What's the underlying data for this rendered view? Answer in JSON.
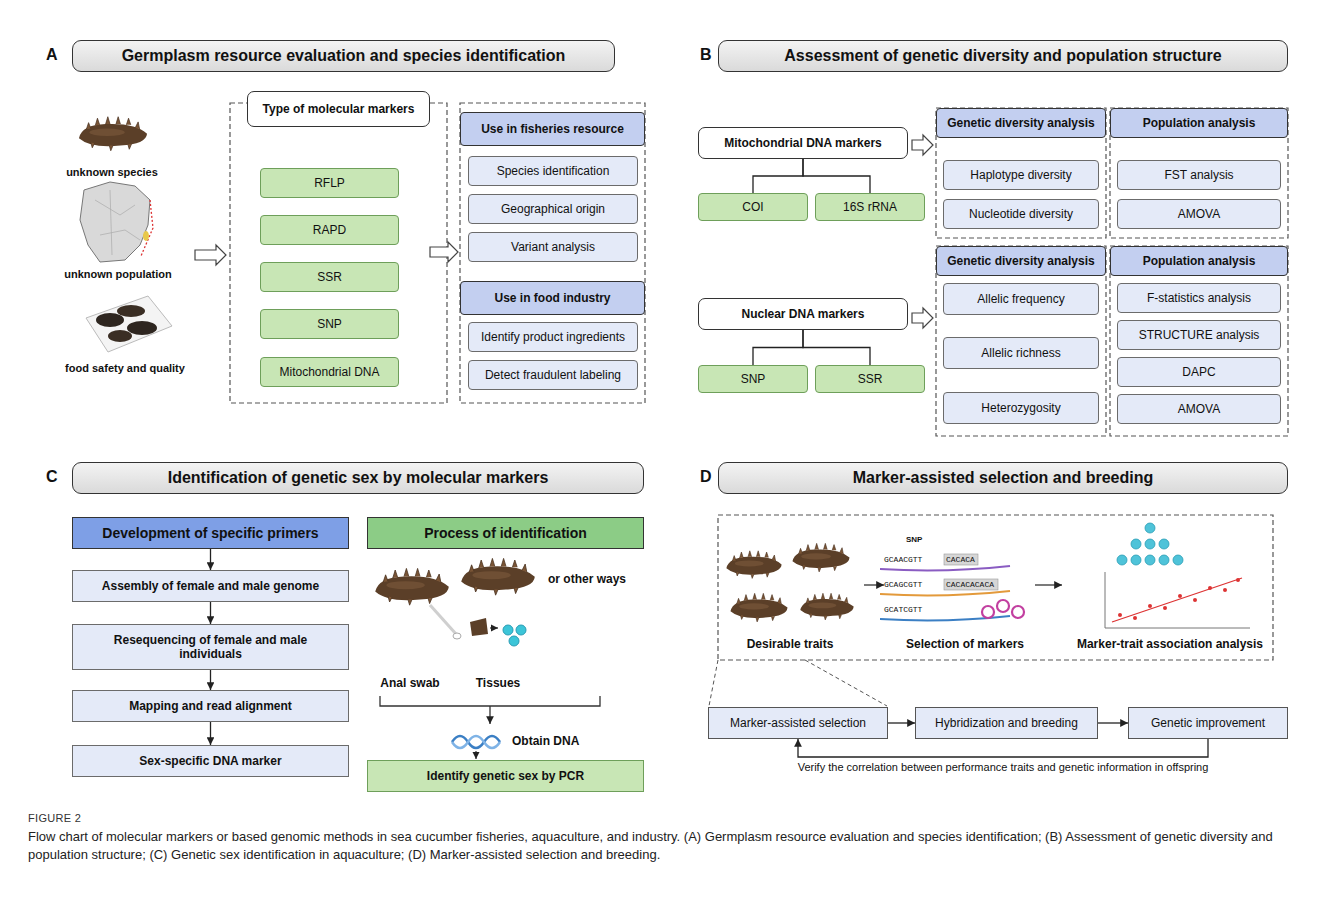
{
  "diagram": {
    "caption": "Flow chart of molecular markers or based genomic methods in sea cucumber fisheries, aquaculture, and industry. (A) Germplasm resource evaluation and species identification; (B) Assessment of genetic diversity and population structure; (C) Genetic sex identification in aquaculture; (D) Marker-assisted selection and breeding.",
    "nodes": [
      {
        "text": [
          "Germplasm resource evaluation and species identification"
        ]
      },
      {
        "text": [
          "Type of molecular markers"
        ]
      },
      {
        "text": [
          "RFLP"
        ]
      },
      {
        "text": [
          "RAPD"
        ]
      },
      {
        "text": [
          "SSR"
        ]
      },
      {
        "text": [
          "SNP"
        ]
      },
      {
        "text": [
          "Mitochondrial DNA"
        ]
      },
      {
        "text": [
          "Use in fisheries resource"
        ]
      },
      {
        "text": [
          "Species identification"
        ]
      },
      {
        "text": [
          "Geographical origin"
        ]
      },
      {
        "text": [
          "Variant analysis"
        ]
      },
      {
        "text": [
          "Use in food industry"
        ]
      },
      {
        "text": [
          "Identify product ingredients"
        ]
      },
      {
        "text": [
          "Detect fraudulent labeling"
        ]
      },
      {
        "text": [
          "Assessment of genetic diversity and population structure"
        ]
      },
      {
        "text": [
          "Mitochondrial DNA markers"
        ]
      },
      {
        "text": [
          "COI"
        ]
      },
      {
        "text": [
          "16S rRNA"
        ]
      },
      {
        "text": [
          "Genetic diversity analysis"
        ]
      },
      {
        "text": [
          "Haplotype diversity"
        ]
      },
      {
        "text": [
          "Nucleotide diversity"
        ]
      },
      {
        "text": [
          "Population analysis"
        ]
      },
      {
        "text": [
          "FST analysis"
        ]
      },
      {
        "text": [
          "AMOVA"
        ]
      },
      {
        "text": [
          "Nuclear DNA markers"
        ]
      },
      {
        "text": [
          "SNP"
        ]
      },
      {
        "text": [
          "SSR"
        ]
      },
      {
        "text": [
          "Genetic diversity analysis"
        ]
      },
      {
        "text": [
          "Allelic frequency"
        ]
      },
      {
        "text": [
          "Allelic richness"
        ]
      },
      {
        "text": [
          "Heterozygosity"
        ]
      },
      {
        "text": [
          "Population analysis"
        ]
      },
      {
        "text": [
          "F-statistics analysis"
        ]
      },
      {
        "text": [
          "STRUCTURE analysis"
        ]
      },
      {
        "text": [
          "DAPC"
        ]
      },
      {
        "text": [
          "AMOVA"
        ]
      },
      {
        "text": [
          "Identification of genetic sex by molecular markers"
        ]
      },
      {
        "text": [
          "Development of specific primers"
        ]
      },
      {
        "text": [
          "Assembly of female and male genome"
        ]
      },
      {
        "text": [
          "Resequencing of female and male individuals"
        ]
      },
      {
        "text": [
          "Mapping and read alignment"
        ]
      },
      {
        "text": [
          "Sex-specific DNA marker"
        ]
      },
      {
        "text": [
          "Process of identification"
        ]
      },
      {
        "text": [
          "Identify genetic sex by PCR"
        ]
      },
      {
        "text": [
          "Marker-assisted selection and breeding"
        ]
      },
      {
        "text": [
          "Marker-assisted selection"
        ]
      },
      {
        "text": [
          "Hybridization and breeding"
        ]
      },
      {
        "text": [
          "Genetic improvement"
        ]
      }
    ],
    "edges": [
      {
        "from": 15,
        "to": 16,
        "arrow": "none"
      },
      {
        "from": 15,
        "to": 17,
        "arrow": "none"
      },
      {
        "from": 24,
        "to": 25,
        "arrow": "none"
      },
      {
        "from": 24,
        "to": 26,
        "arrow": "none"
      },
      {
        "from": 37,
        "to": 38,
        "arrow": "to"
      },
      {
        "from": 38,
        "to": 39,
        "arrow": "to"
      },
      {
        "from": 39,
        "to": 40,
        "arrow": "to"
      },
      {
        "from": 40,
        "to": 41,
        "arrow": "to"
      },
      {
        "from": 45,
        "to": 46,
        "arrow": "to"
      },
      {
        "from": 46,
        "to": 47,
        "arrow": "to"
      },
      {
        "from": 47,
        "to": 45,
        "arrow": "to",
        "label": "Verify the correlation between performance traits and genetic information in offspring"
      }
    ],
    "labels": [
      "A",
      "B",
      "C",
      "D",
      "unknown species",
      "unknown population",
      "food safety and quality",
      "Anal swab",
      "Tissues",
      "or other ways",
      "Obtain DNA",
      "Desirable traits",
      "Selection of markers",
      "Marker-trait association analysis",
      "SNP",
      "GCAACGTT",
      "GCAGCGTT",
      "GCATCGTT",
      "CACACA",
      "CACACACACA",
      "FIGURE 2"
    ]
  }
}
